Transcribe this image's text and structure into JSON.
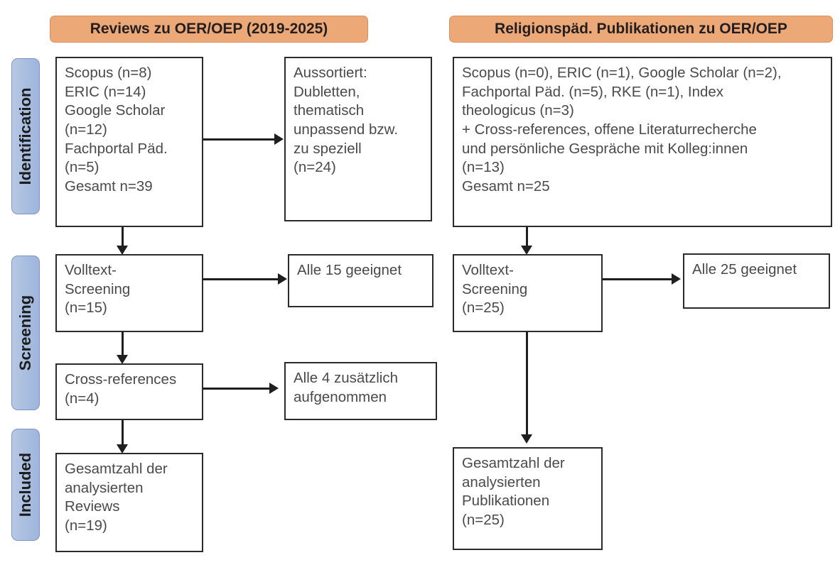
{
  "figure": {
    "type": "prisma-flow-diagram",
    "language": "de"
  },
  "stages": [
    {
      "id": "identification",
      "label": "Identification"
    },
    {
      "id": "screening",
      "label": "Screening"
    },
    {
      "id": "included",
      "label": "Included"
    }
  ],
  "columns": [
    {
      "id": "reviews",
      "header": "Reviews zu OER/OEP (2019-2025)"
    },
    {
      "id": "religionspaed",
      "header": "Religionspäd. Publikationen zu OER/OEP"
    }
  ],
  "boxes": {
    "left_identification": "Scopus (n=8)\nERIC (n=14)\nGoogle Scholar\n(n=12)\nFachportal Päd.\n(n=5)\nGesamt n=39",
    "left_excluded": "Aussortiert:\nDubletten,\nthematisch\nunpassend bzw.\nzu speziell\n(n=24)",
    "left_screening": "Volltext-\nScreening\n(n=15)",
    "left_screening_result": "Alle 15 geeignet",
    "left_crossref": "Cross-references\n(n=4)",
    "left_crossref_result": "Alle 4 zusätzlich\naufgenommen",
    "left_included": "Gesamtzahl der\nanalysierten\nReviews\n(n=19)",
    "right_identification": "Scopus (n=0), ERIC (n=1), Google Scholar (n=2),\nFachportal Päd. (n=5), RKE (n=1), Index\ntheologicus (n=3)\n+ Cross-references, offene Literaturrecherche\nund persönliche Gespräche mit Kolleg:innen\n(n=13)\nGesamt n=25",
    "right_screening": "Volltext-\nScreening\n(n=25)",
    "right_screening_result": "Alle 25 geeignet",
    "right_included": "Gesamtzahl der\nanalysierten\nPublikationen\n(n=25)"
  },
  "counts": {
    "left_scopus": 8,
    "left_eric": 14,
    "left_google_scholar": 12,
    "left_fachportal": 5,
    "left_total": 39,
    "left_excluded": 24,
    "left_fulltext_screening": 15,
    "left_crossrefs": 4,
    "left_final_reviews": 19,
    "right_scopus": 0,
    "right_eric": 1,
    "right_google_scholar": 2,
    "right_fachportal": 5,
    "right_rke": 1,
    "right_index_theologicus": 3,
    "right_other_sources": 13,
    "right_total": 25,
    "right_fulltext_screening": 25,
    "right_final_publications": 25
  },
  "colors": {
    "header_fill": "#eda877",
    "header_border": "#d98f5c",
    "stage_fill": "#aabfe0",
    "stage_border": "#7e95c4",
    "box_border": "#2b2b2b",
    "text": "#4a4a4a",
    "connector": "#1f1f1f",
    "background": "#ffffff"
  }
}
